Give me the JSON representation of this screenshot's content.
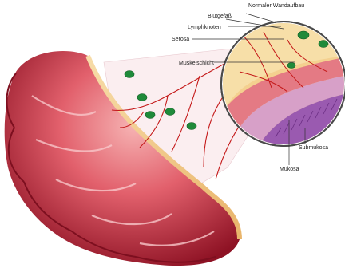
{
  "figure": {
    "labels": {
      "normal_wall": "Normaler Wandaufbau",
      "blood_vessel": "Blutgefäß",
      "lymph_node": "Lymphknoten",
      "serosa": "Serosa",
      "muscle_layer": "Muskelschicht",
      "submucosa": "Submukosa",
      "mucosa": "Mukosa"
    },
    "colors": {
      "intestine_outer": "#a3182d",
      "intestine_mid": "#d9485a",
      "intestine_inner": "#f2a1a6",
      "fat": "#f3c98a",
      "lymph_node": "#1f8a3a",
      "vessel": "#c41818",
      "mucosa_band": "#b47ac8"
    }
  }
}
